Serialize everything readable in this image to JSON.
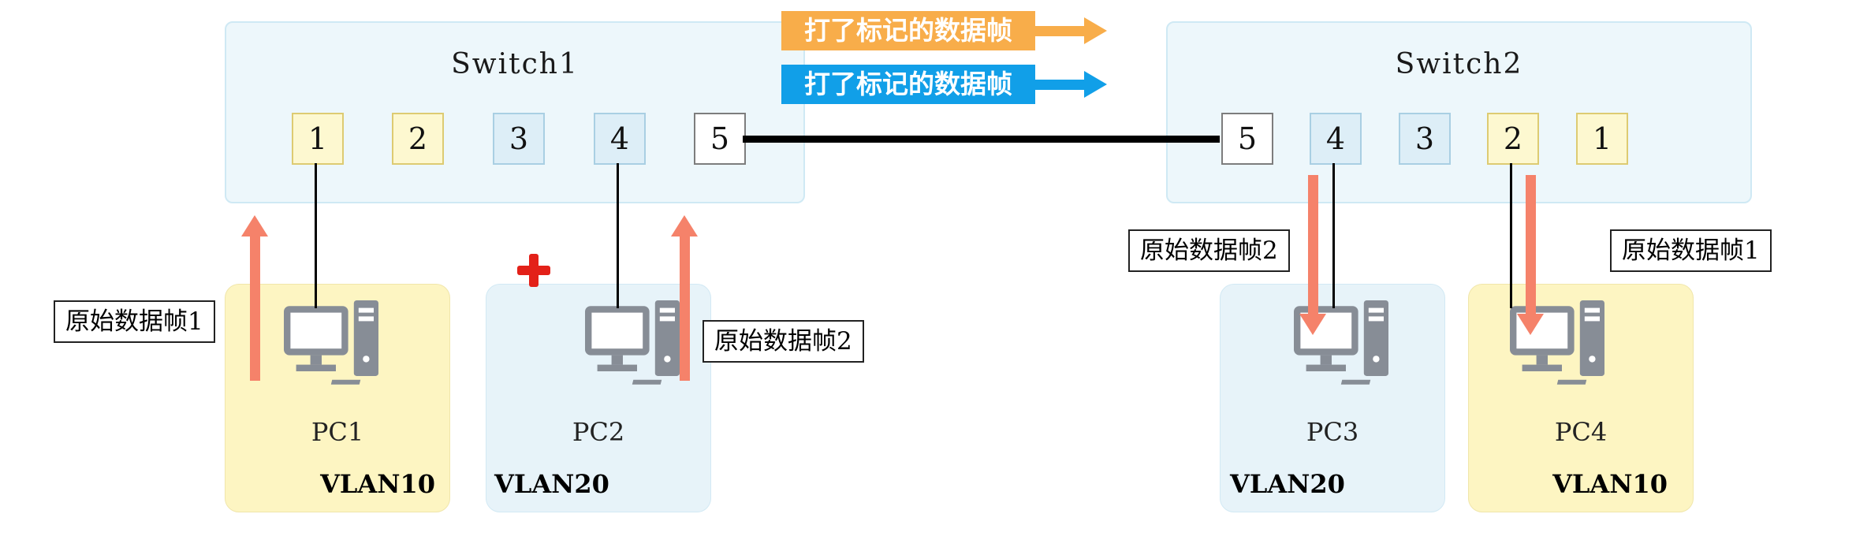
{
  "legend": {
    "items": [
      {
        "label": "打了标记的数据帧",
        "color": "#f8ad4a"
      },
      {
        "label": "打了标记的数据帧",
        "color": "#119fe8"
      }
    ]
  },
  "switch1": {
    "title": "Switch1",
    "ports": [
      {
        "label": "1",
        "type": "access-vlan10"
      },
      {
        "label": "2",
        "type": "access-vlan10"
      },
      {
        "label": "3",
        "type": "access-vlan20"
      },
      {
        "label": "4",
        "type": "access-vlan20"
      },
      {
        "label": "5",
        "type": "trunk"
      }
    ]
  },
  "switch2": {
    "title": "Switch2",
    "ports": [
      {
        "label": "5",
        "type": "trunk"
      },
      {
        "label": "4",
        "type": "access-vlan20"
      },
      {
        "label": "3",
        "type": "access-vlan20"
      },
      {
        "label": "2",
        "type": "access-vlan10"
      },
      {
        "label": "1",
        "type": "access-vlan10"
      }
    ]
  },
  "pcs": [
    {
      "name": "PC1",
      "vlan": "VLAN10"
    },
    {
      "name": "PC2",
      "vlan": "VLAN20"
    },
    {
      "name": "PC3",
      "vlan": "VLAN20"
    },
    {
      "name": "PC4",
      "vlan": "VLAN10"
    }
  ],
  "frame_labels": [
    {
      "text": "原始数据帧1"
    },
    {
      "text": "原始数据帧2"
    },
    {
      "text": "原始数据帧2"
    },
    {
      "text": "原始数据帧1"
    }
  ],
  "colors": {
    "vlan10_fill": "#fdf5c2",
    "vlan20_fill": "#e7f3f9",
    "switch_fill": "#edf7fb",
    "tagged_frame_orange": "#f8ad4a",
    "tagged_frame_blue": "#119fe8",
    "original_frame_arrow": "#f5826a",
    "dropped_frame_red": "#e32119",
    "pc_icon_gray": "#878d96",
    "link_black": "#000000"
  }
}
